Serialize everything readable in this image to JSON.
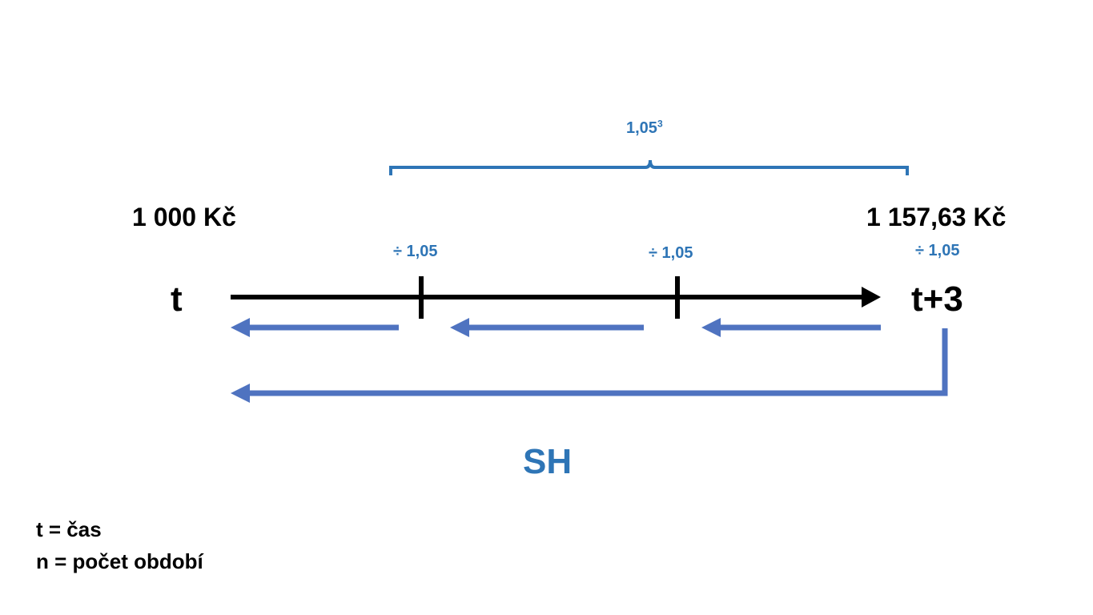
{
  "diagram": {
    "factor_label": {
      "base": "1,05",
      "exponent": "3"
    },
    "start_amount": "1 000 Kč",
    "end_amount": "1 157,63 Kč",
    "start_time": "t",
    "end_time": "t+3",
    "divisors": [
      "÷ 1,05",
      "÷ 1,05",
      "÷ 1,05"
    ],
    "total_arrow_label": "SH"
  },
  "legend": {
    "line1": "t = čas",
    "line2": "n = počet období"
  },
  "colors": {
    "timeline": "#000000",
    "blue_arrows": "#4f73c0",
    "bracket": "#2e75b6",
    "blue_text": "#2e75b6"
  }
}
